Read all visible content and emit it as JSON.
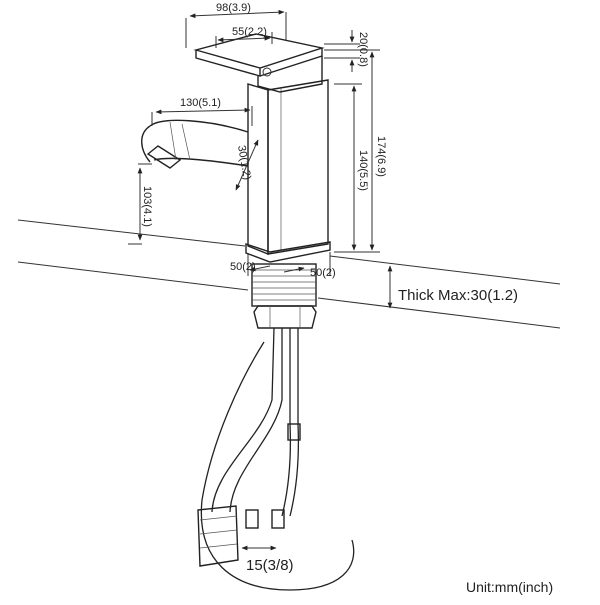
{
  "dimensions": {
    "handle_width": "98(3.9)",
    "handle_depth": "55(2.2)",
    "handle_height": "20(0.8)",
    "total_height": "174(6.9)",
    "body_height": "140(5.5)",
    "spout_reach": "130(5.1)",
    "spout_diameter": "30(1.2)",
    "spout_clearance": "103(4.1)",
    "base_left": "50(2)",
    "base_right": "50(2)",
    "hose_connector": "15(3/8)"
  },
  "labels": {
    "thick_max": "Thick Max:30(1.2)",
    "unit": "Unit:mm(inch)"
  },
  "colors": {
    "line": "#222222",
    "background": "#ffffff"
  }
}
